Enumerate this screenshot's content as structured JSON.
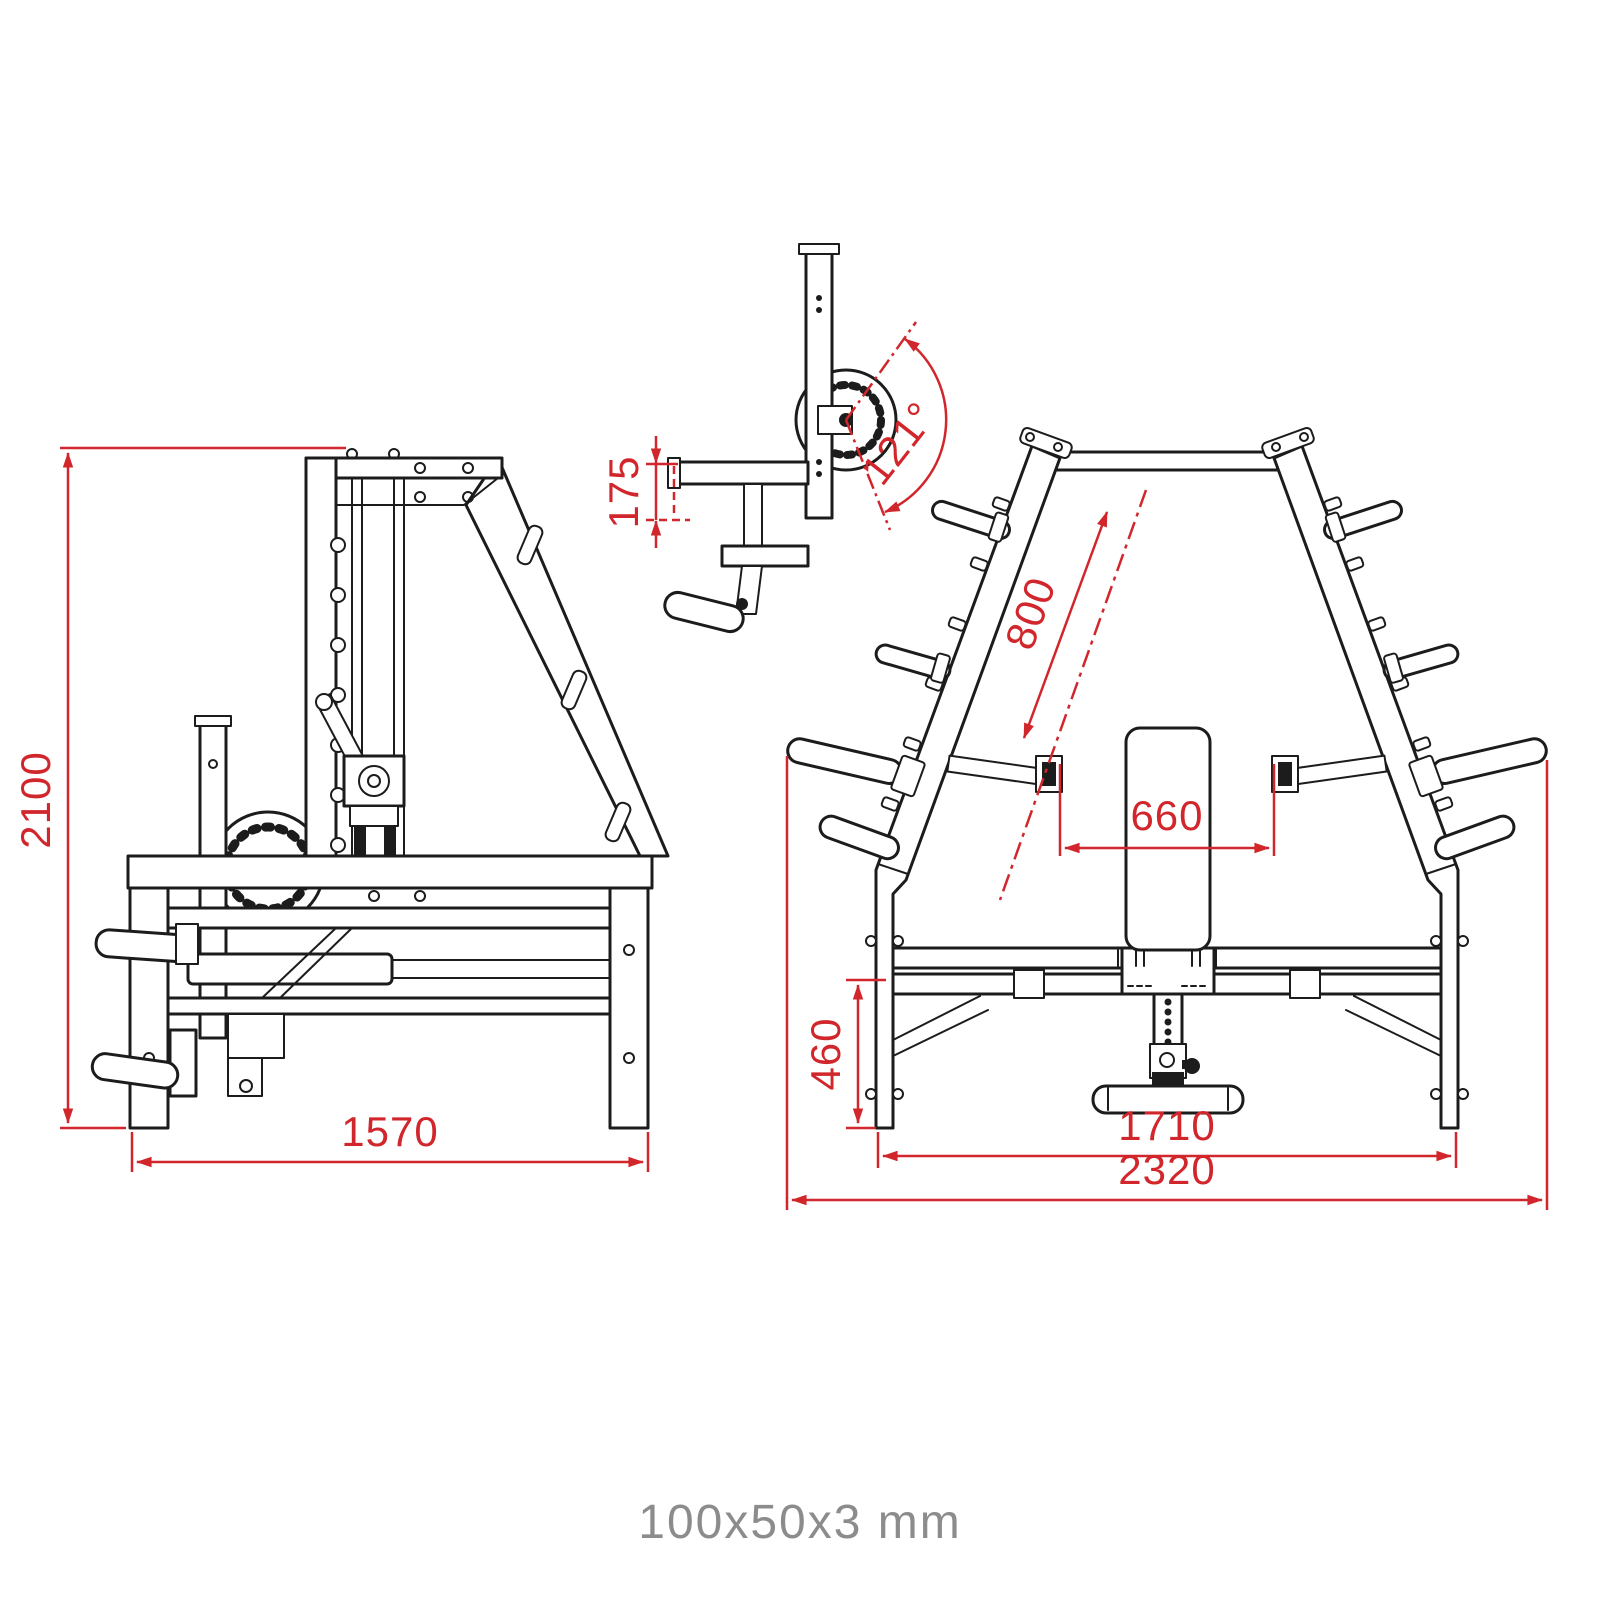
{
  "colors": {
    "outline": "#1c1c1c",
    "dimension_red": "#d1262b",
    "footer_gray": "#8c8c8c",
    "background": "#ffffff"
  },
  "side_view": {
    "dim_height": "2100",
    "dim_depth": "1570"
  },
  "detail_view": {
    "dim_seat_drop": "175",
    "dim_backrest_angle": "121°"
  },
  "front_view": {
    "dim_rack_length": "800",
    "dim_inner_clearance": "660",
    "dim_frame_height": "460",
    "dim_leg_span": "1710",
    "dim_overall_width": "2320"
  },
  "footer": {
    "tube_spec": "100x50x3 mm"
  }
}
